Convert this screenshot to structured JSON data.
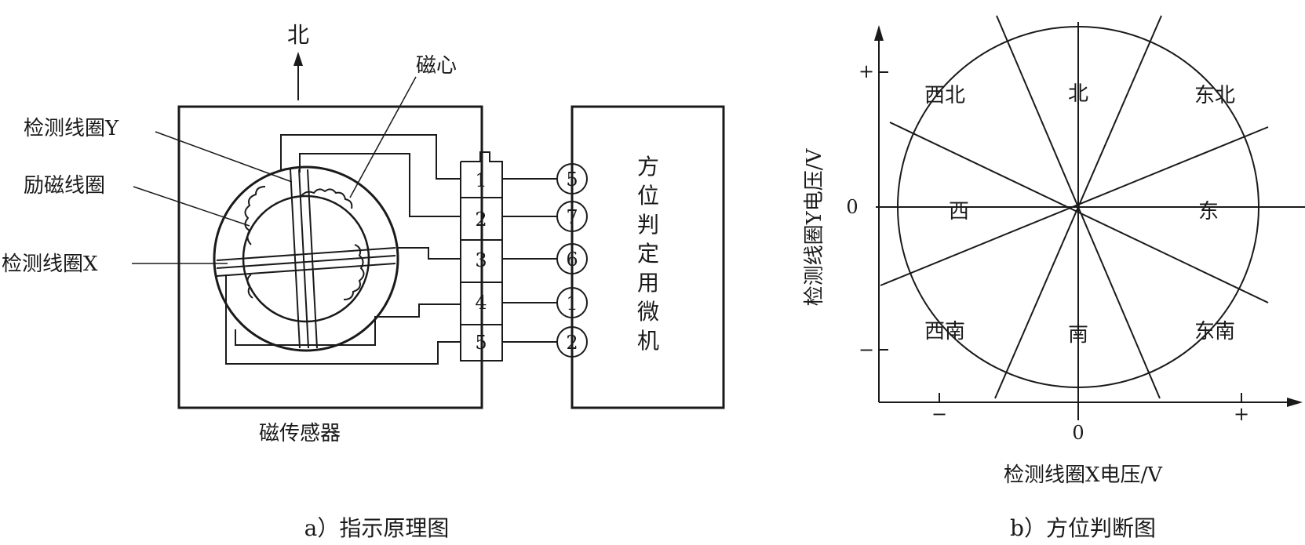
{
  "panel_a": {
    "north_label": "北",
    "core_label": "磁心",
    "coil_y_label": "检测线圈Y",
    "excitation_coil_label": "励磁线圈",
    "coil_x_label": "检测线圈X",
    "sensor_label": "磁传感器",
    "connector_pins": [
      "1",
      "2",
      "3",
      "4",
      "5"
    ],
    "micro_pins": [
      "5",
      "7",
      "6",
      "1",
      "2"
    ],
    "micro_label_chars": [
      "方",
      "位",
      "判",
      "定",
      "用",
      "微",
      "机"
    ],
    "caption": "a）指示原理图"
  },
  "panel_b": {
    "y_axis_label": "检测线圈Y电压/V",
    "x_axis_label": "检测线圈X电压/V",
    "y_tick_plus": "+",
    "y_tick_zero": "0",
    "y_tick_minus": "−",
    "x_tick_minus": "−",
    "x_tick_zero": "0",
    "x_tick_plus": "+",
    "directions": {
      "north": "北",
      "northeast": "东北",
      "east": "东",
      "southeast": "东南",
      "south": "南",
      "southwest": "西南",
      "west": "西",
      "northwest": "西北"
    },
    "caption": "b）方位判断图"
  }
}
